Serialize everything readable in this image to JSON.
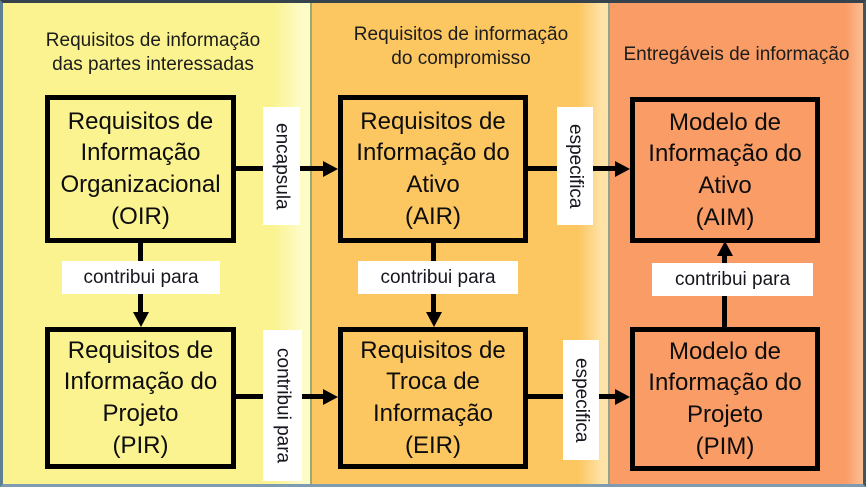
{
  "columns": [
    {
      "id": "stakeholders",
      "header": "Requisitos de informação\ndas partes interessadas"
    },
    {
      "id": "appointment",
      "header": "Requisitos de informação\ndo compromisso"
    },
    {
      "id": "deliverables",
      "header": "Entregáveis de informação"
    }
  ],
  "boxes": {
    "oir": "Requisitos de\nInformação\nOrganizacional\n(OIR)",
    "pir": "Requisitos de\nInformação do\nProjeto\n(PIR)",
    "air": "Requisitos de\nInformação do\nAtivo\n(AIR)",
    "eir": "Requisitos de\nTroca de\nInformação\n(EIR)",
    "aim": "Modelo de\nInformação do\nAtivo\n(AIM)",
    "pim": "Modelo de\nInformação do\nProjeto\n(PIM)"
  },
  "edge_labels": {
    "encapsula": "encapsula",
    "especifica_top": "especifica",
    "especifica_bottom": "especifica",
    "contribui_oir_pir": "contribui para",
    "contribui_air_eir": "contribui para",
    "contribui_pir_eir": "contribui para",
    "contribui_pim_aim": "contribui para"
  },
  "colors": {
    "panel_stakeholders": "#FAF38F",
    "panel_appointment": "#FCC761",
    "panel_deliverables": "#F99C66",
    "box_border": "#000000",
    "label_bg": "#FFFFFF",
    "frame_border": "#5F7F93"
  }
}
